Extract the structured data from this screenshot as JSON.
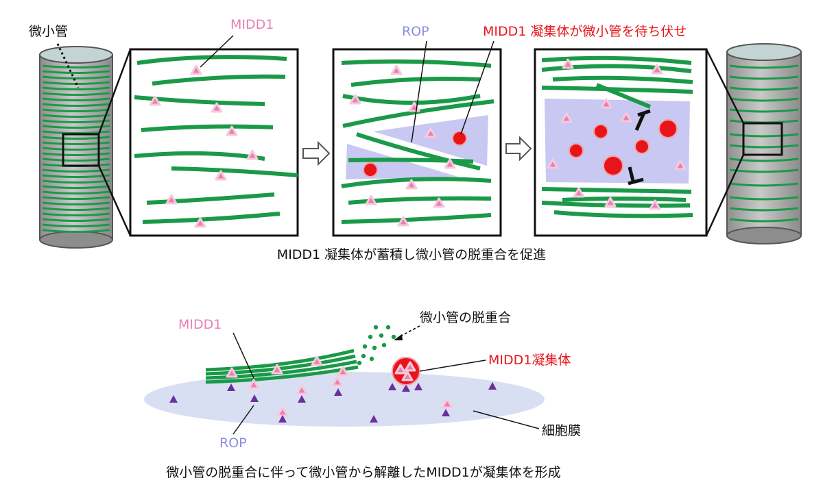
{
  "top": {
    "label_microtubule": "微小管",
    "label_midd1": "MIDD1",
    "label_rop": "ROP",
    "label_waiting": "MIDD1 凝集体が微小管を待ち伏せ",
    "caption": "MIDD1 凝集体が蓄積し微小管の脱重合を促進"
  },
  "bottom": {
    "label_depolymerization": "微小管の脱重合",
    "label_midd1": "MIDD1",
    "label_condensate": "MIDD1凝集体",
    "label_membrane": "細胞膜",
    "label_rop": "ROP",
    "caption": "微小管の脱重合に伴って微小管から解離したMIDD1が凝集体を形成"
  },
  "colors": {
    "microtubule": "#1a9a48",
    "midd1": "#e97fb0",
    "condensate": "#e8141c",
    "rop_region": "#c8c8f2",
    "rop_text": "#8c8ce0",
    "rop_marker": "#6a2f9a",
    "membrane": "#d9dff2",
    "cylinder": "#9a9a9a"
  }
}
